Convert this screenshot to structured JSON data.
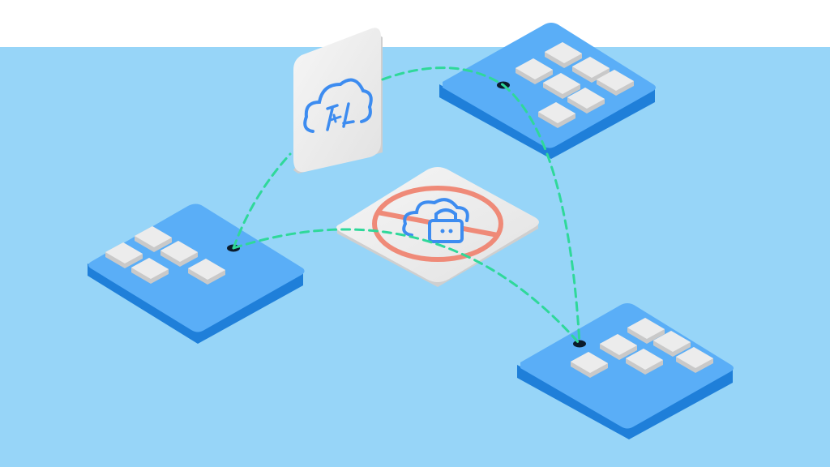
{
  "colors": {
    "top_band": "#ffffff",
    "sky": "#97d5f8",
    "platform_top": "#5aaef7",
    "platform_side": "#1f7fd9",
    "platform_side_dark": "#1767bd",
    "key_top": "#ececec",
    "key_side": "#c9c9c9",
    "card_face": "#ececec",
    "card_side": "#cfcfcf",
    "connector": "#2fd89a",
    "port": "#0b1b2b",
    "cloud_stroke": "#3d8cf0",
    "prohibit_stroke": "#ef8a78"
  },
  "icons": {
    "cloud_sync": "cloud-sync-icon",
    "blocked_cloud_lock": "cloud-lock-prohibited-icon"
  },
  "nodes": [
    {
      "name": "node-left",
      "keys": 5
    },
    {
      "name": "node-top-right",
      "keys": 7
    },
    {
      "name": "node-bottom-right",
      "keys": 6
    }
  ]
}
